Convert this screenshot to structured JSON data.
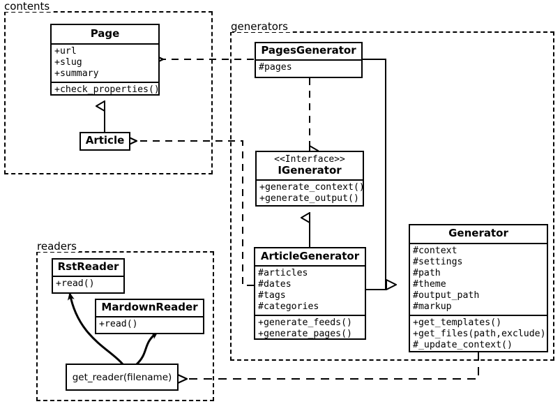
{
  "diagram": {
    "title": "UML class diagram",
    "stroke_color": "#000000",
    "background": "#ffffff"
  },
  "packages": [
    {
      "name": "contents",
      "label": "contents"
    },
    {
      "name": "generators",
      "label": "generators"
    },
    {
      "name": "readers",
      "label": "readers"
    }
  ],
  "classes": {
    "page": {
      "name": "Page",
      "attributes": [
        "+url",
        "+slug",
        "+summary"
      ],
      "methods": [
        "+check_properties()"
      ]
    },
    "article": {
      "name": "Article",
      "attributes": [],
      "methods": []
    },
    "pages_generator": {
      "name": "PagesGenerator",
      "attributes": [
        "#pages"
      ],
      "methods": []
    },
    "igenerator": {
      "stereotype": "<<Interface>>",
      "name": "IGenerator",
      "attributes": [],
      "methods": [
        "+generate_context()",
        "+generate_output()"
      ]
    },
    "article_generator": {
      "name": "ArticleGenerator",
      "attributes": [
        "#articles",
        "#dates",
        "#tags",
        "#categories"
      ],
      "methods": [
        "+generate_feeds()",
        "+generate_pages()"
      ]
    },
    "generator": {
      "name": "Generator",
      "attributes": [
        "#context",
        "#settings",
        "#path",
        "#theme",
        "#output_path",
        "#markup"
      ],
      "methods": [
        "+get_templates()",
        "+get_files(path,exclude)",
        "#_update_context()"
      ]
    },
    "rst_reader": {
      "name": "RstReader",
      "attributes": [],
      "methods": [
        "+read()"
      ]
    },
    "mardown_reader": {
      "name": "MardownReader",
      "attributes": [],
      "methods": [
        "+read()"
      ]
    },
    "get_reader": {
      "name": "get_reader(filename)"
    }
  },
  "relationships": [
    {
      "name": "article-inherits-page",
      "type": "generalization",
      "from": "Article",
      "to": "Page"
    },
    {
      "name": "pagesgenerator-uses-page",
      "type": "dependency",
      "from": "PagesGenerator",
      "to": "Page"
    },
    {
      "name": "articlegenerator-uses-article",
      "type": "dependency",
      "from": "ArticleGenerator",
      "to": "Article"
    },
    {
      "name": "pagesgenerator-realizes-igenerator",
      "type": "realization",
      "from": "PagesGenerator",
      "to": "IGenerator"
    },
    {
      "name": "articlegenerator-realizes-igenerator",
      "type": "realization",
      "from": "ArticleGenerator",
      "to": "IGenerator"
    },
    {
      "name": "pagesgenerator-inherits-generator",
      "type": "generalization",
      "from": "PagesGenerator",
      "to": "Generator"
    },
    {
      "name": "articlegenerator-inherits-generator",
      "type": "generalization",
      "from": "ArticleGenerator",
      "to": "Generator"
    },
    {
      "name": "generator-uses-get_reader",
      "type": "dependency",
      "from": "Generator",
      "to": "get_reader(filename)"
    },
    {
      "name": "get_reader-returns-rstreader",
      "type": "association",
      "from": "get_reader(filename)",
      "to": "RstReader"
    },
    {
      "name": "get_reader-returns-mardownreader",
      "type": "association",
      "from": "get_reader(filename)",
      "to": "MardownReader"
    }
  ]
}
